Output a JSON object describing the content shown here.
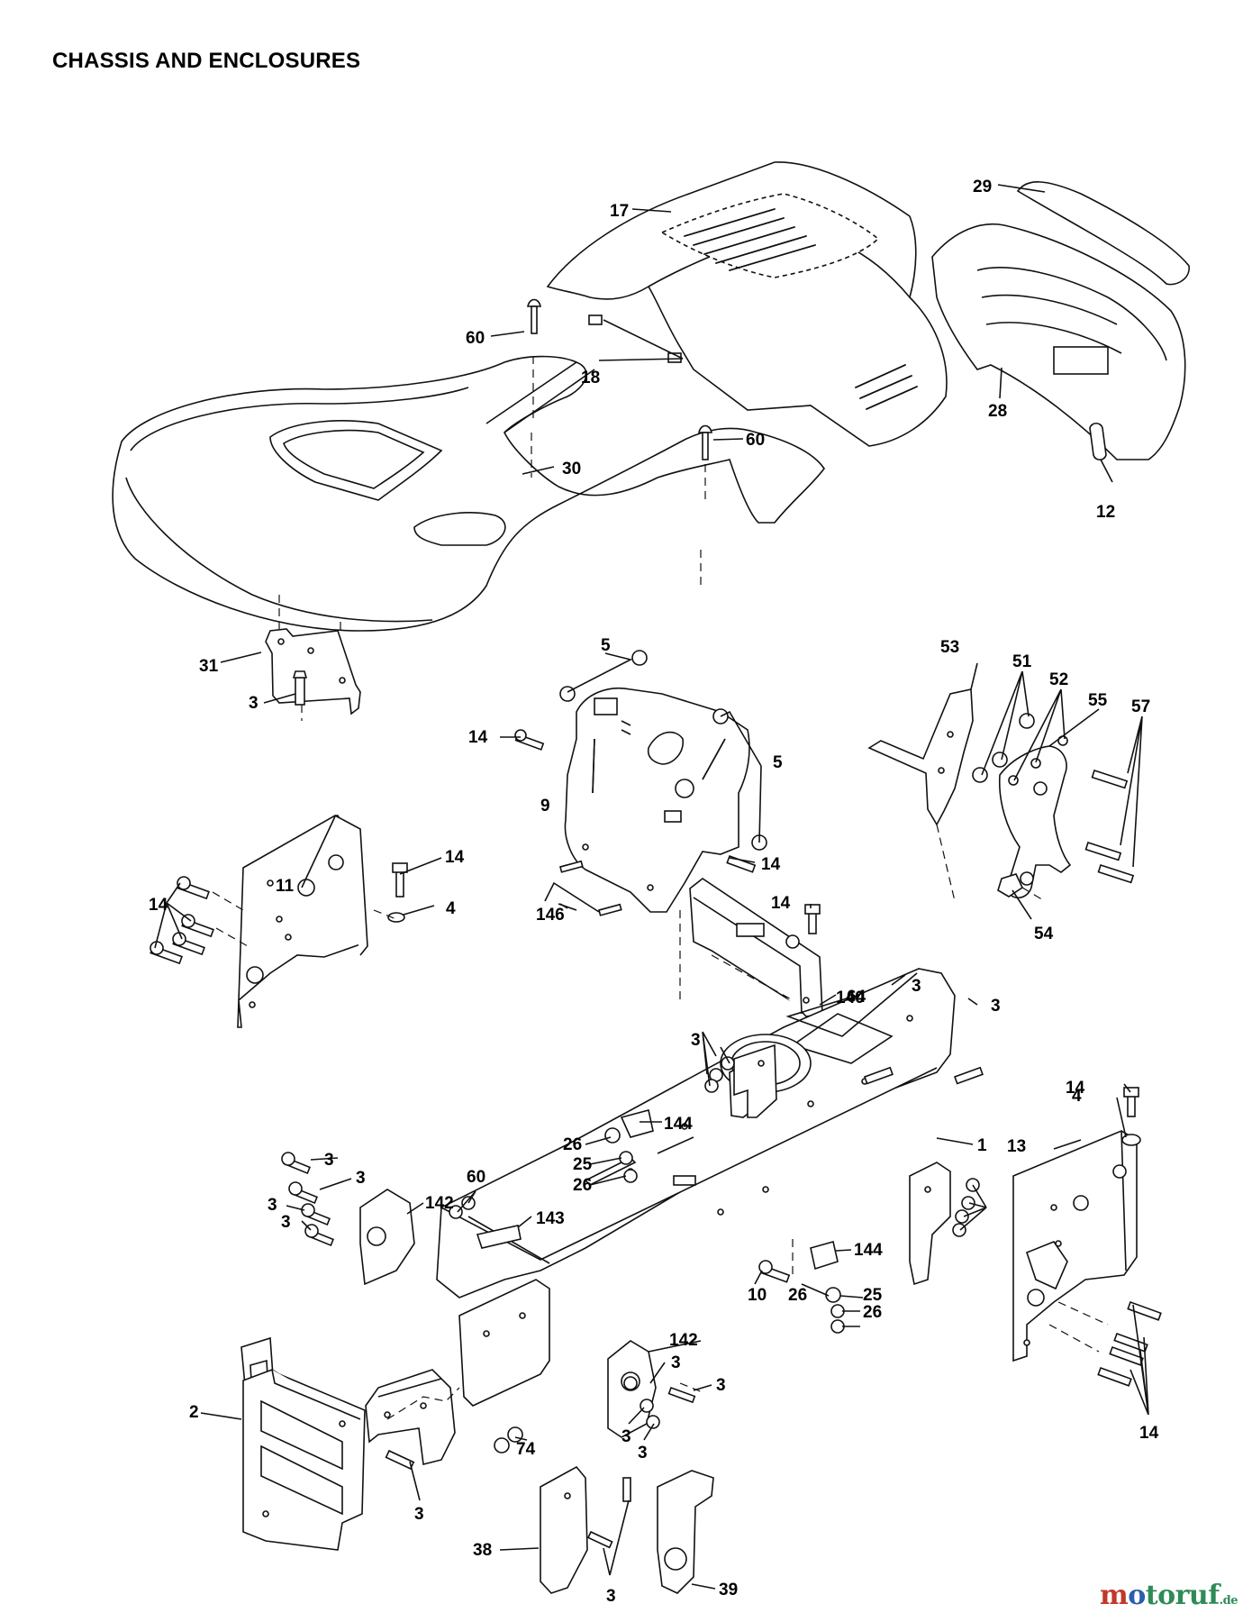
{
  "title": "CHASSIS AND ENCLOSURES",
  "callouts": [
    "17",
    "29",
    "60",
    "18",
    "28",
    "60",
    "30",
    "12",
    "31",
    "3",
    "5",
    "53",
    "51",
    "52",
    "55",
    "57",
    "14",
    "5",
    "9",
    "14",
    "11",
    "14",
    "4",
    "14",
    "146",
    "14",
    "54",
    "64",
    "3",
    "140",
    "3",
    "14",
    "4",
    "3",
    "144",
    "1",
    "13",
    "26",
    "25",
    "26",
    "3",
    "3",
    "60",
    "142",
    "143",
    "3",
    "3",
    "144",
    "10",
    "26",
    "25",
    "26",
    "142",
    "3",
    "3",
    "2",
    "74",
    "3",
    "3",
    "14",
    "3",
    "38",
    "39",
    "3"
  ],
  "watermark": {
    "brand": "motoruf",
    "suffix": ".de",
    "color_m": "#c0392b",
    "color_o": "#2a5db0",
    "color_rest": "#2e8b57"
  }
}
